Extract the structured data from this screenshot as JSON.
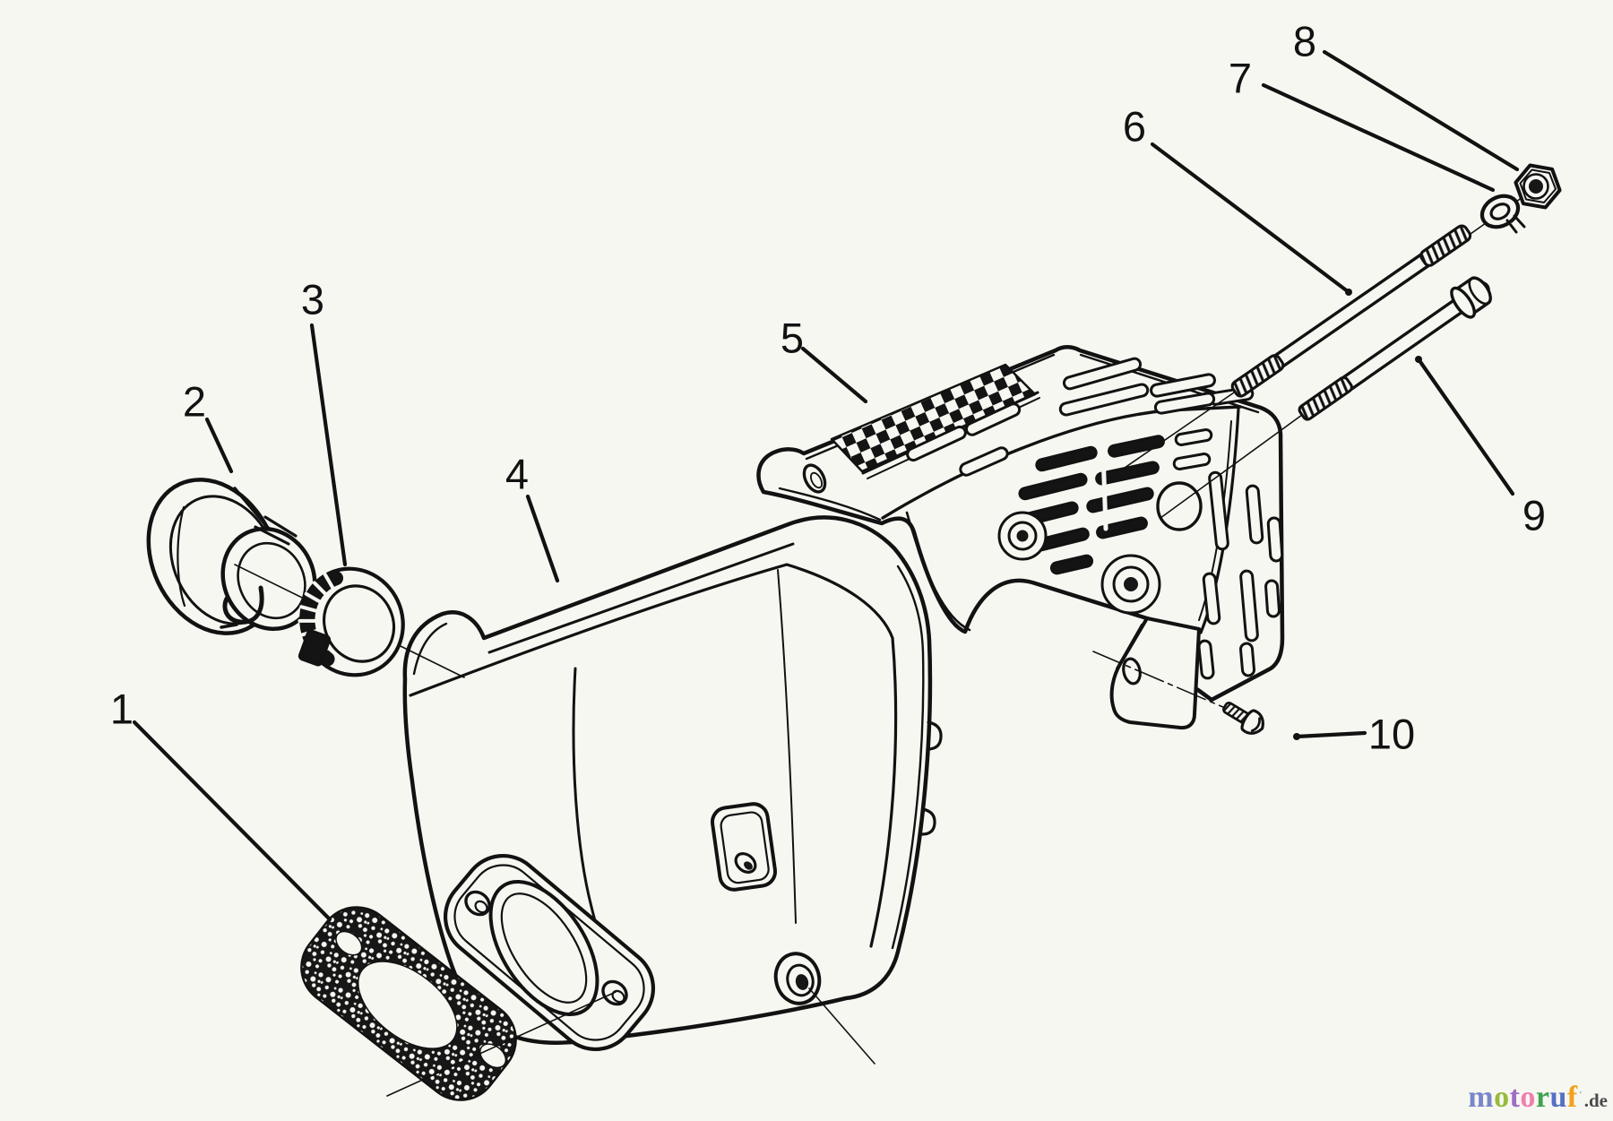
{
  "page": {
    "background": "#f7f7f2",
    "ink": "#121212"
  },
  "diagram": {
    "type": "exploded-parts-diagram",
    "subject": "engine muffler assembly",
    "callouts": [
      {
        "label": "1",
        "part": "exhaust-gasket"
      },
      {
        "label": "2",
        "part": "exhaust-deflector"
      },
      {
        "label": "3",
        "part": "deflector-clamp"
      },
      {
        "label": "4",
        "part": "muffler-body"
      },
      {
        "label": "5",
        "part": "muffler-shield"
      },
      {
        "label": "6",
        "part": "mounting-stud"
      },
      {
        "label": "7",
        "part": "lock-washer"
      },
      {
        "label": "8",
        "part": "hex-nut"
      },
      {
        "label": "9",
        "part": "mounting-bolt"
      },
      {
        "label": "10",
        "part": "shield-screw"
      }
    ]
  },
  "watermark": {
    "letters": [
      {
        "char": "m",
        "css": "color:#7a86c9"
      },
      {
        "char": "o",
        "css": "color:#9aba3c"
      },
      {
        "char": "t",
        "css": "color:#a06cc6"
      },
      {
        "char": "o",
        "css": "color:#ef7fae"
      },
      {
        "char": "r",
        "css": "color:#3fa34d"
      },
      {
        "char": "u",
        "css": "color:#5570c6"
      },
      {
        "char": "f",
        "css": "color:#f2a21c"
      }
    ],
    "mark": "·",
    "mark_css": "color:#a9a9a9",
    "suffix": ".de",
    "suffix_css": "color:#4a4a4a"
  }
}
